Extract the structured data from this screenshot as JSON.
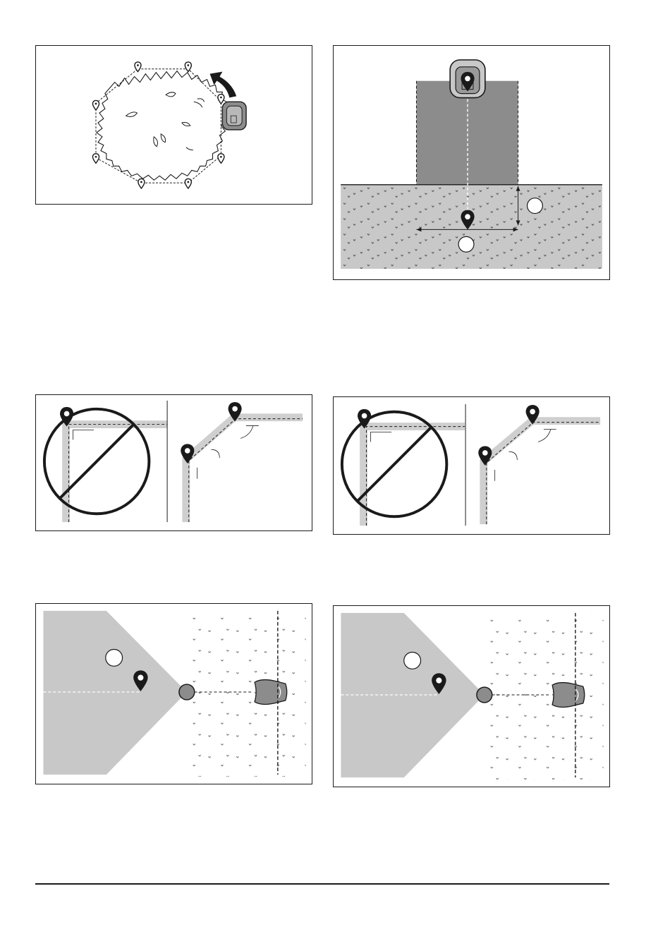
{
  "page": {
    "figures": [
      {
        "id": "fig-1",
        "description_label": ""
      },
      {
        "id": "fig-2",
        "callouts": [
          "",
          ""
        ]
      },
      {
        "id": "fig-3"
      },
      {
        "id": "fig-4"
      },
      {
        "id": "fig-5",
        "callouts": [
          ""
        ]
      },
      {
        "id": "fig-6",
        "callouts": [
          ""
        ]
      }
    ]
  },
  "icons": [
    "map-pin-icon",
    "robotic-mower-icon",
    "charging-station-icon",
    "prohibition-icon",
    "curved-arrow-icon"
  ],
  "colors": {
    "ink": "#1a1a1a",
    "lawn": "#c8c8c8",
    "station": "#8c8c8c",
    "path": "#cfcfcf"
  }
}
